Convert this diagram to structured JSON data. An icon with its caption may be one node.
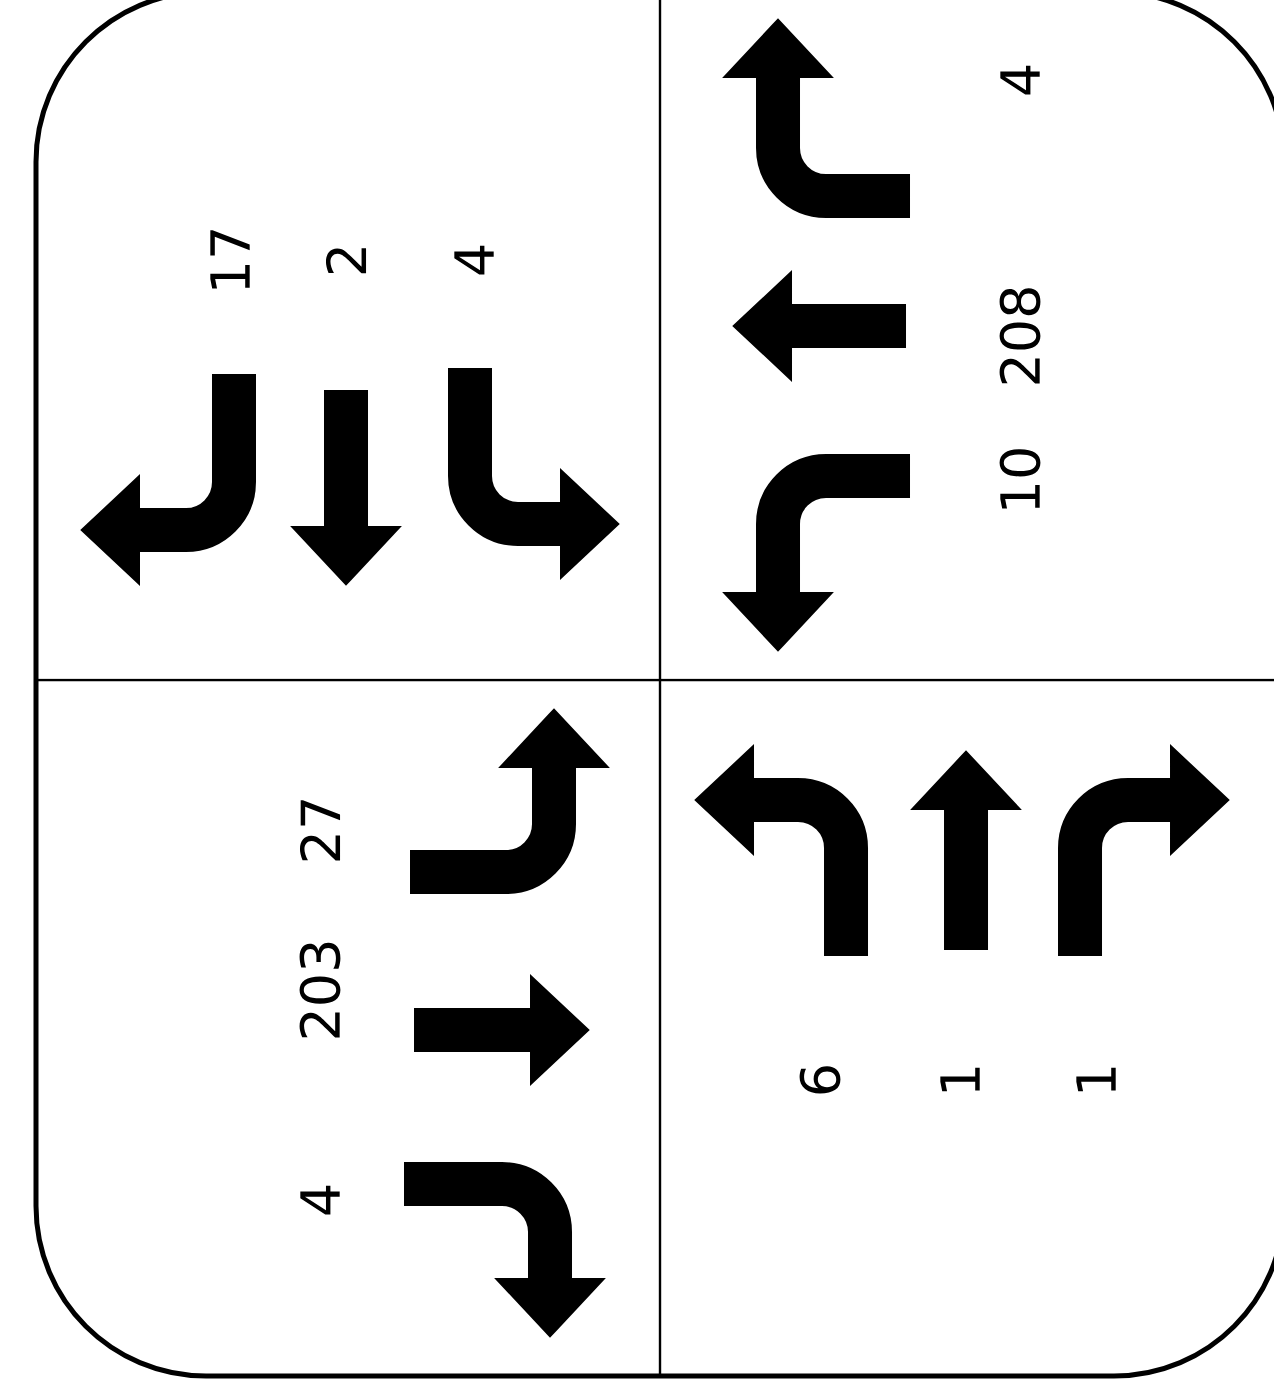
{
  "diagram": {
    "labels": [
      "17",
      "2",
      "4",
      "4",
      "208",
      "10",
      "27",
      "203",
      "4",
      "6",
      "1",
      "1"
    ]
  }
}
